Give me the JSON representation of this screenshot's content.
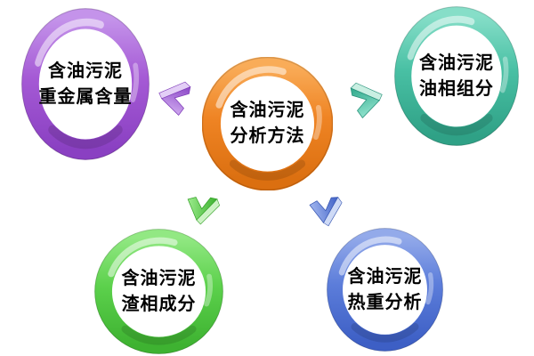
{
  "background_color": "#ffffff",
  "nodes": {
    "center": {
      "line1": "含油污泥",
      "line2": "分析方法",
      "color": "#EF8424"
    },
    "top_left": {
      "line1": "含油污泥",
      "line2": "重金属含量",
      "color": "#A55AD5"
    },
    "top_right": {
      "line1": "含油污泥",
      "line2": "油相组分",
      "color": "#49C0A4"
    },
    "bottom_left": {
      "line1": "含油污泥",
      "line2": "渣相成分",
      "color": "#5CD14C"
    },
    "bottom_right": {
      "line1": "含油污泥",
      "line2": "热重分析",
      "color": "#5C7DDA"
    }
  },
  "arrows": [
    {
      "from": "center",
      "to": "top_left",
      "direction": "left",
      "color": "#A55AD5"
    },
    {
      "from": "center",
      "to": "top_right",
      "direction": "right",
      "color": "#49C0A4"
    },
    {
      "from": "center",
      "to": "bottom_left",
      "direction": "down-left",
      "color": "#5CD14C"
    },
    {
      "from": "center",
      "to": "bottom_right",
      "direction": "down",
      "color": "#5C7DDA"
    }
  ],
  "text_color": "#000000"
}
